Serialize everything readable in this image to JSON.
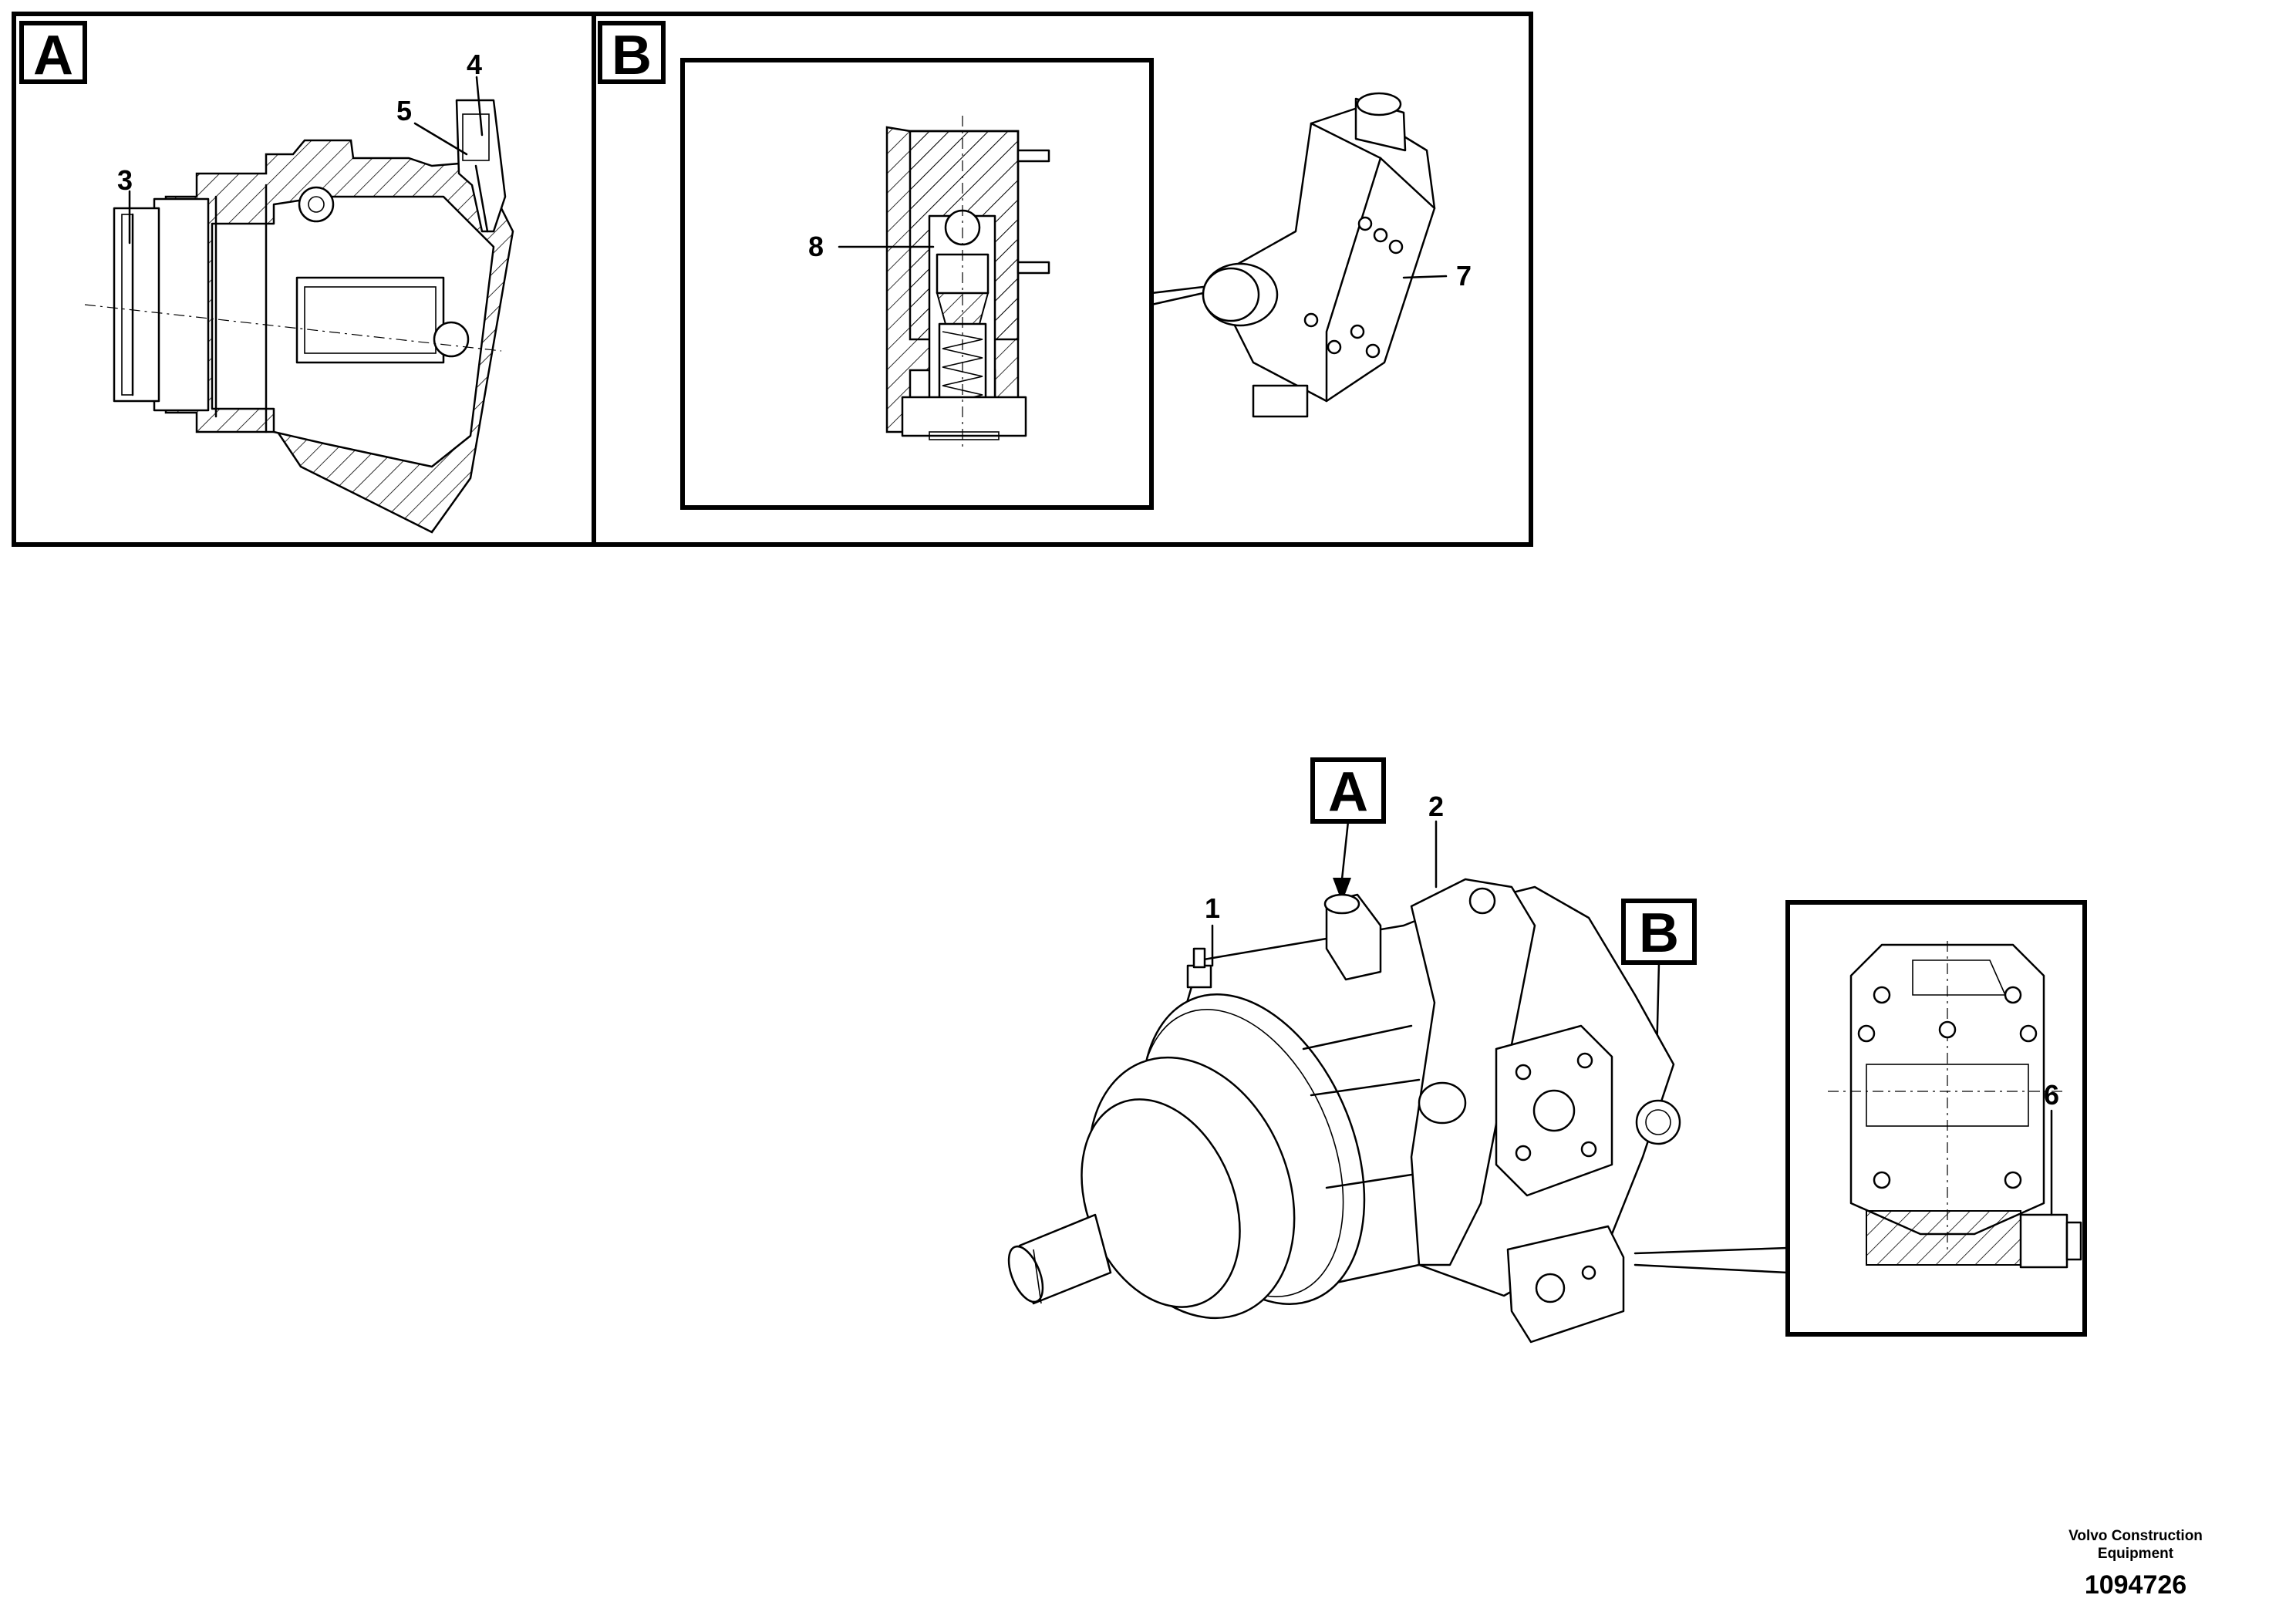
{
  "panels": {
    "a": {
      "letter": "A"
    },
    "b": {
      "letter": "B"
    }
  },
  "overview": {
    "tag_a": "A",
    "tag_b": "B"
  },
  "callouts": {
    "c1": "1",
    "c2": "2",
    "c3": "3",
    "c4": "4",
    "c5": "5",
    "c6": "6",
    "c7": "7",
    "c8": "8"
  },
  "footer": {
    "brand": "Volvo Construction Equipment",
    "doc_number": "1094726"
  }
}
